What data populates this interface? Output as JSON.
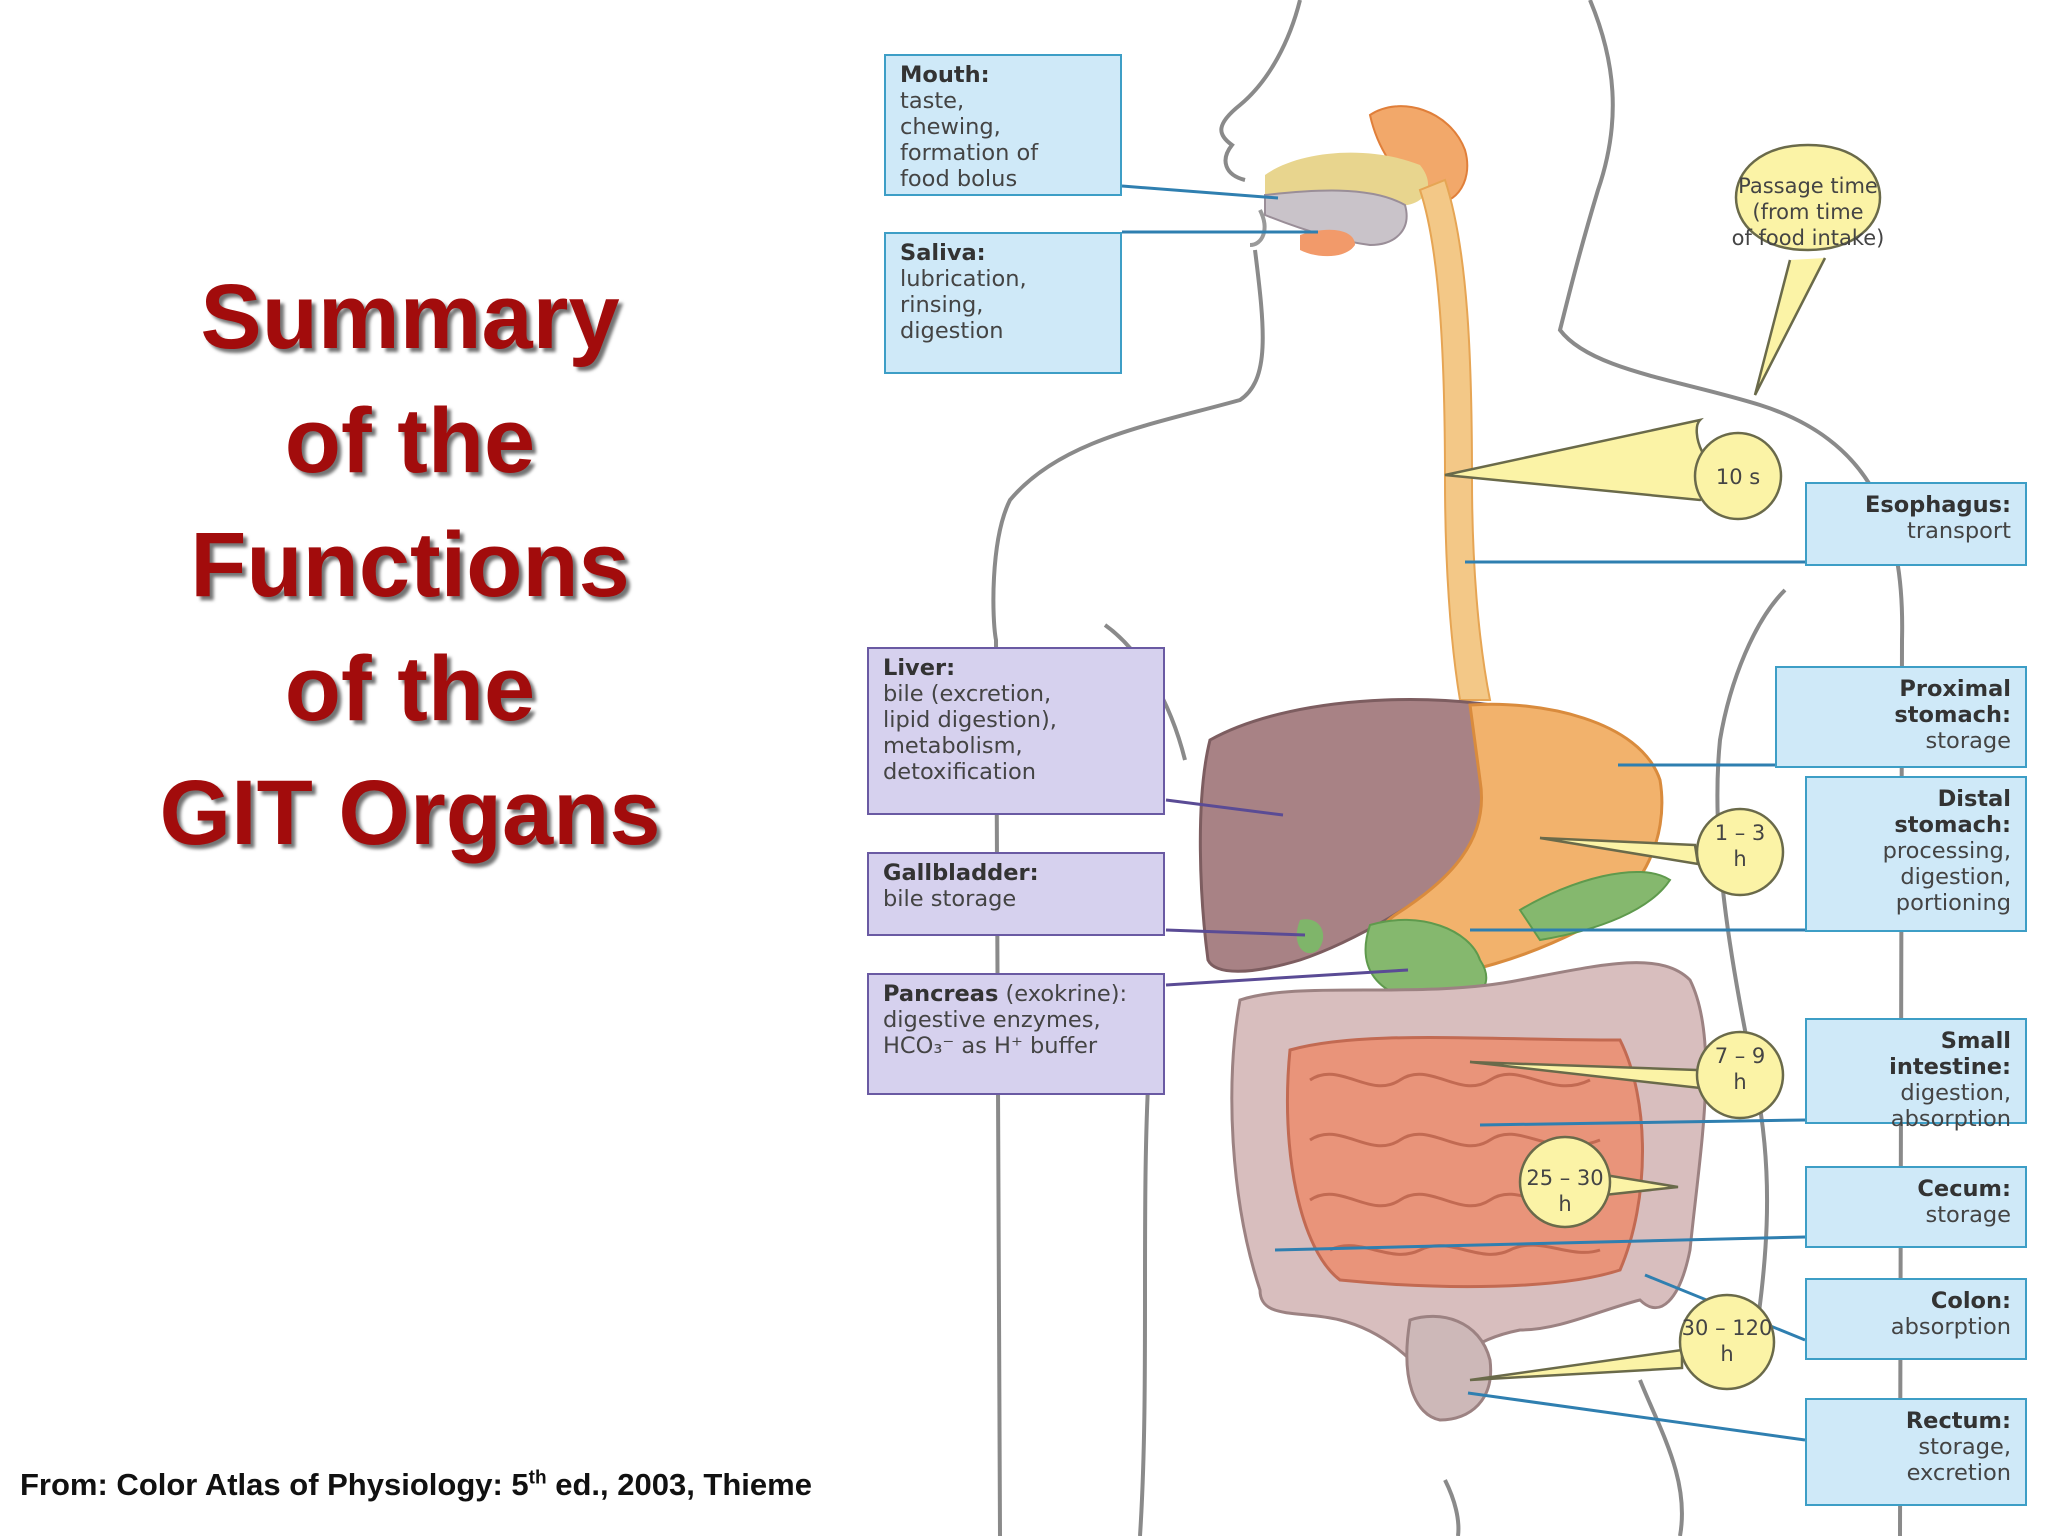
{
  "title_lines": [
    "Summary",
    "of the",
    "Functions",
    "of the",
    "GIT Organs"
  ],
  "credit": {
    "before": "From: Color Atlas of Physiology: 5",
    "sup": "th",
    "after": " ed., 2003, Thieme"
  },
  "labels": {
    "mouth": {
      "heading": "Mouth:",
      "lines": [
        "taste,",
        "chewing,",
        "formation of",
        "food bolus"
      ]
    },
    "saliva": {
      "heading": "Saliva:",
      "lines": [
        "lubrication,",
        "rinsing,",
        "digestion"
      ]
    },
    "liver": {
      "heading": "Liver:",
      "lines": [
        "bile (excretion,",
        "lipid digestion),",
        "metabolism,",
        "detoxification"
      ]
    },
    "gallbladder": {
      "heading": "Gallbladder:",
      "lines": [
        "bile storage"
      ]
    },
    "pancreas": {
      "heading": "Pancreas",
      "heading_rest": " (exokrine):",
      "lines": [
        "digestive enzymes,",
        "HCO₃⁻ as H⁺ buffer"
      ]
    },
    "esophagus": {
      "heading": "Esophagus:",
      "lines": [
        "transport"
      ]
    },
    "proximal_stomach": {
      "heading": "Proximal stomach:",
      "lines": [
        "storage"
      ]
    },
    "distal_stomach": {
      "heading": "Distal stomach:",
      "lines": [
        "processing,",
        "digestion,",
        "portioning"
      ]
    },
    "small_intestine": {
      "heading": "Small intestine:",
      "lines": [
        "digestion,",
        "absorption"
      ]
    },
    "cecum": {
      "heading": "Cecum:",
      "lines": [
        "storage"
      ]
    },
    "colon": {
      "heading": "Colon:",
      "lines": [
        "absorption"
      ]
    },
    "rectum": {
      "heading": "Rectum:",
      "lines": [
        "storage,",
        "excretion"
      ]
    }
  },
  "passage_time": {
    "header": [
      "Passage time",
      "(from time",
      "of food intake)"
    ],
    "esophagus": [
      "10 s"
    ],
    "stomach": [
      "1 – 3",
      "h"
    ],
    "small_intestine": [
      "7 – 9",
      "h"
    ],
    "cecum": [
      "25 – 30",
      "h"
    ],
    "colon": [
      "30 – 120",
      "h"
    ]
  },
  "colors": {
    "title": "#a20c0c",
    "blue_box": "#cfe9f8",
    "blue_border": "#3d9ec6",
    "purple_box": "#d6d1ee",
    "purple_border": "#6a5aa3",
    "bubble": "#fbf3a6"
  }
}
